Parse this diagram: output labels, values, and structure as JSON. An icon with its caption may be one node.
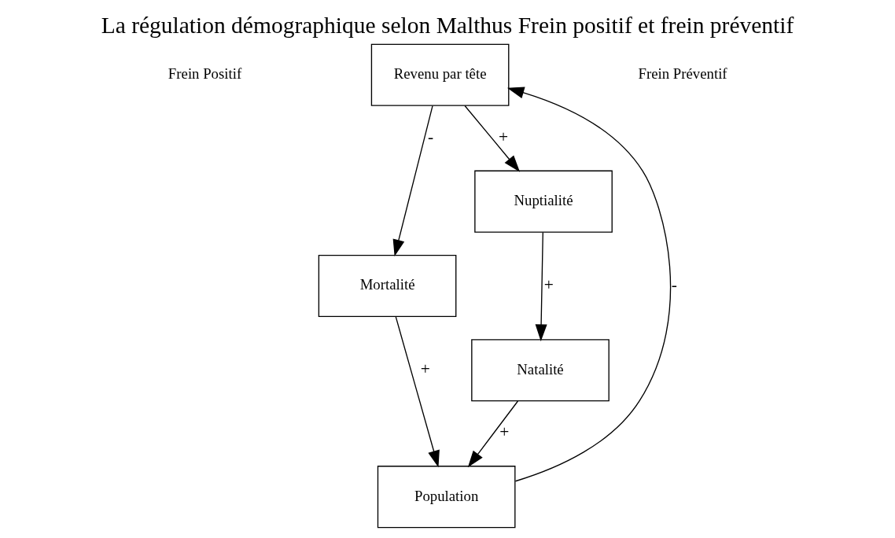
{
  "diagram": {
    "title": "La régulation démographique selon Malthus Frein positif et frein préventif",
    "nodes": [
      {
        "text": [
          "Revenu par tête"
        ]
      },
      {
        "text": [
          "Mortalité"
        ]
      },
      {
        "text": [
          "Nuptialité"
        ]
      },
      {
        "text": [
          "Natalité"
        ]
      },
      {
        "text": [
          "Population"
        ]
      }
    ],
    "edges": [
      {
        "from": 0,
        "to": 1,
        "arrow": "to",
        "label": "-"
      },
      {
        "from": 0,
        "to": 2,
        "arrow": "to",
        "label": "+"
      },
      {
        "from": 2,
        "to": 3,
        "arrow": "to",
        "label": "+"
      },
      {
        "from": 1,
        "to": 4,
        "arrow": "to",
        "label": "+"
      },
      {
        "from": 3,
        "to": 4,
        "arrow": "to",
        "label": "+"
      },
      {
        "from": 4,
        "to": 0,
        "arrow": "to",
        "label": "-"
      }
    ],
    "labels": [
      "Frein Positif",
      "Frein Préventif"
    ]
  }
}
